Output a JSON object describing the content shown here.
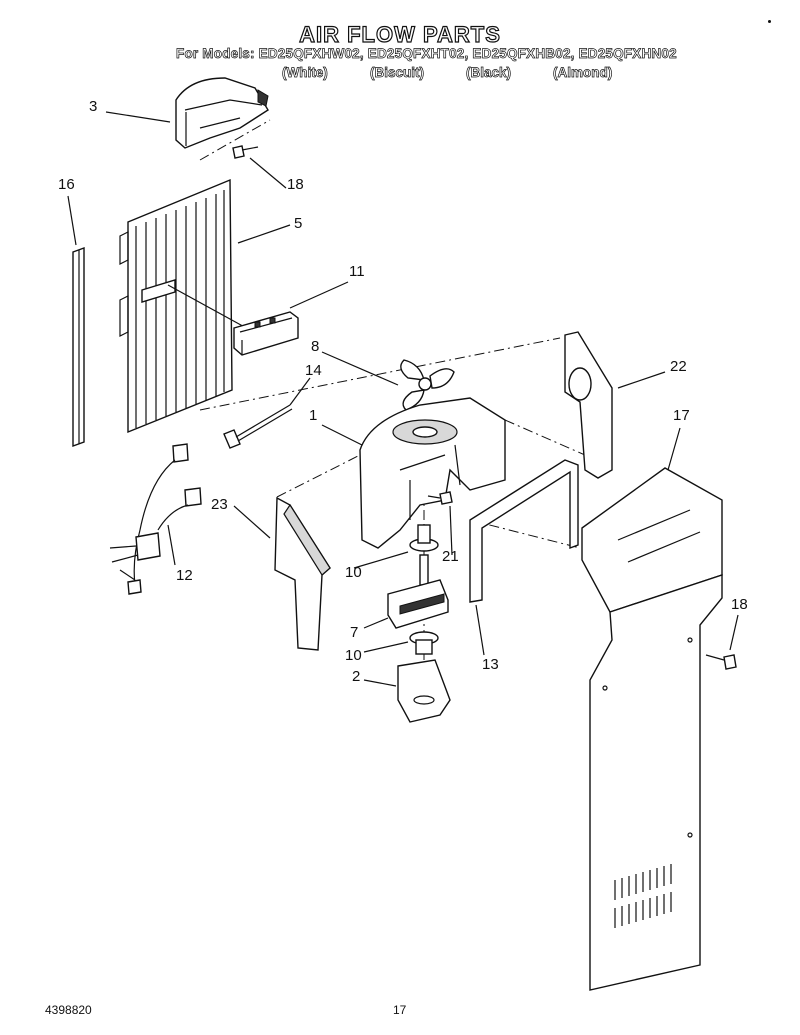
{
  "header": {
    "title": "AIR FLOW PARTS",
    "models_line": "For Models: ED25QFXHW02, ED25QFXHT02, ED25QFXHB02, ED25QFXHN02",
    "colors": [
      "(White)",
      "(Biscuit)",
      "(Black)",
      "(Almond)"
    ]
  },
  "callouts": [
    "3",
    "16",
    "18",
    "5",
    "11",
    "8",
    "14",
    "22",
    "1",
    "17",
    "23",
    "21",
    "12",
    "10",
    "7",
    "13",
    "10",
    "18",
    "2"
  ],
  "footer": {
    "doc_number": "4398820",
    "page_number": "17"
  }
}
